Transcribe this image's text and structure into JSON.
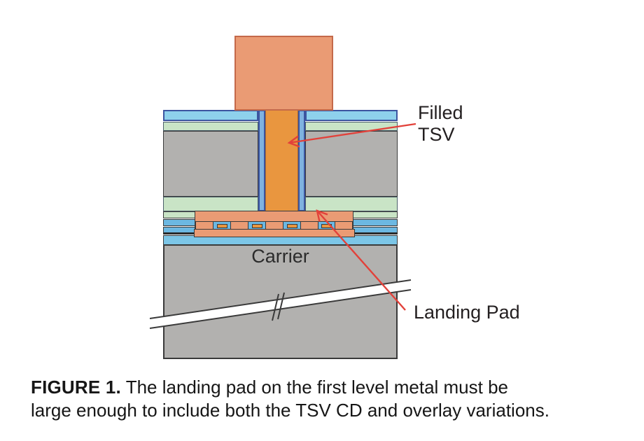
{
  "figure": {
    "labels": {
      "filled_tsv_line1": "Filled",
      "filled_tsv_line2": "TSV",
      "landing_pad": "Landing Pad",
      "carrier": "Carrier"
    },
    "caption": {
      "label": "FIGURE 1.",
      "line1": "The landing pad on the first level metal must be",
      "line2": "large enough to include both the TSV CD and overlay variations."
    },
    "colors": {
      "copper_bump": "#EA9B74",
      "tsv_fill": "#E9963F",
      "liner_blue": "#7FB2E0",
      "oxide_cyan": "#8ED1EC",
      "bond_cyan": "#7CC6E7",
      "ild_green": "#C9E4C6",
      "silicon_gray": "#B2B1AF",
      "pad_salmon": "#EA9B74",
      "via_row_blue": "#6CB8E2",
      "arrow_red": "#E2413A",
      "outline_dark": "#3A3A3A",
      "outline_blue": "#3C55A0"
    }
  }
}
